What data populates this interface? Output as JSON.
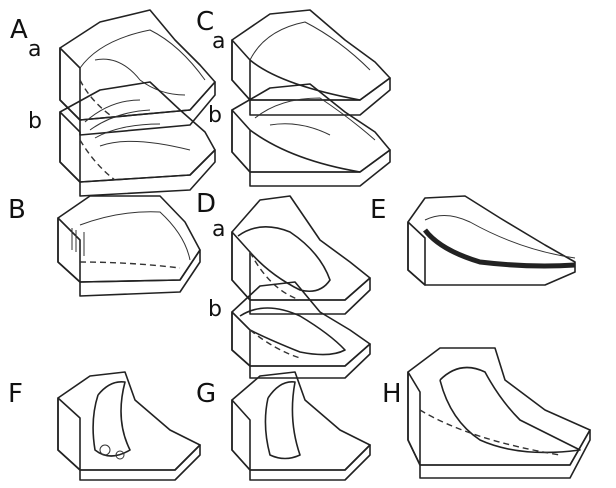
{
  "panels": {
    "A": {
      "letter": "A",
      "sub_a": "a",
      "sub_b": "b"
    },
    "B": {
      "letter": "B"
    },
    "C": {
      "letter": "C",
      "sub_a": "a",
      "sub_b": "b"
    },
    "D": {
      "letter": "D",
      "sub_a": "a",
      "sub_b": "b"
    },
    "E": {
      "letter": "E"
    },
    "F": {
      "letter": "F"
    },
    "G": {
      "letter": "G"
    },
    "H": {
      "letter": "H"
    }
  },
  "colors": {
    "stipple_light": "#d8d8d8",
    "stipple_mid": "#b4b4b4",
    "stipple_dark": "#8e8e8e",
    "slide_dark": "#707070",
    "line": "#222222"
  }
}
